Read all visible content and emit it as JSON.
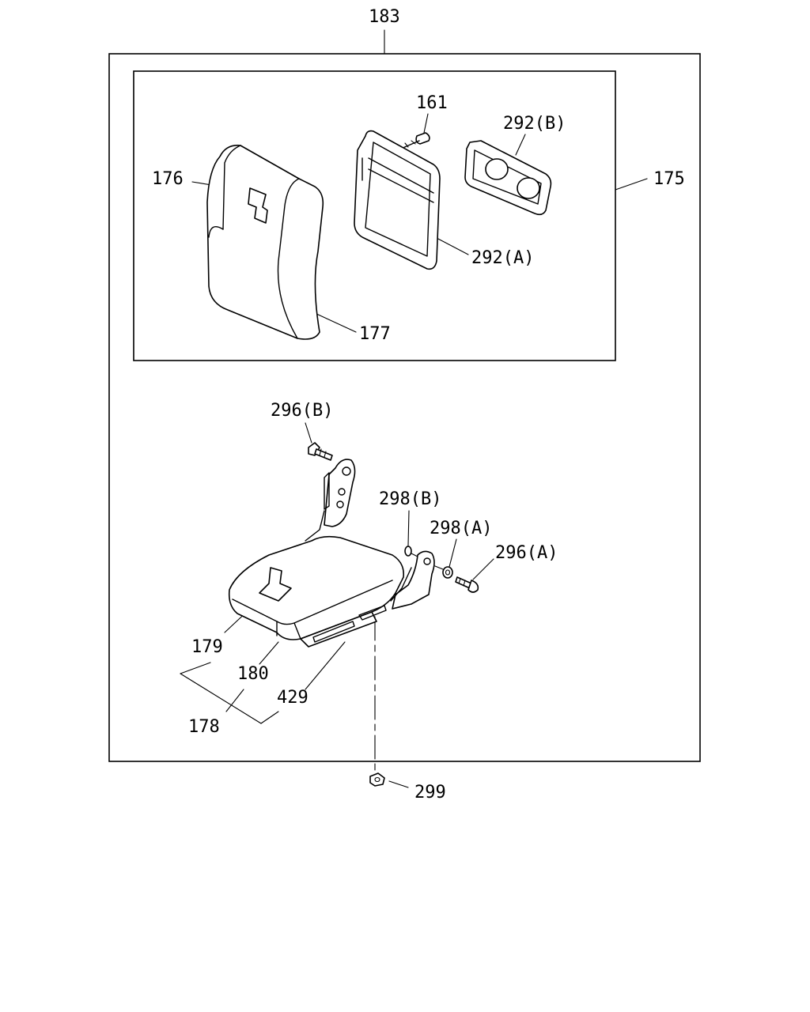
{
  "labels": {
    "assembly": "183",
    "backrest_kit": "175",
    "screw_161": "161",
    "cover_292b": "292(B)",
    "cover_292a": "292(A)",
    "label_176": "176",
    "backrest_177": "177",
    "bolt_296b": "296(B)",
    "washer_298b": "298(B)",
    "washer_298a": "298(A)",
    "bolt_296a": "296(A)",
    "label_179": "179",
    "cushion_180": "180",
    "bracket_429": "429",
    "seat_178": "178",
    "nut_299": "299"
  }
}
